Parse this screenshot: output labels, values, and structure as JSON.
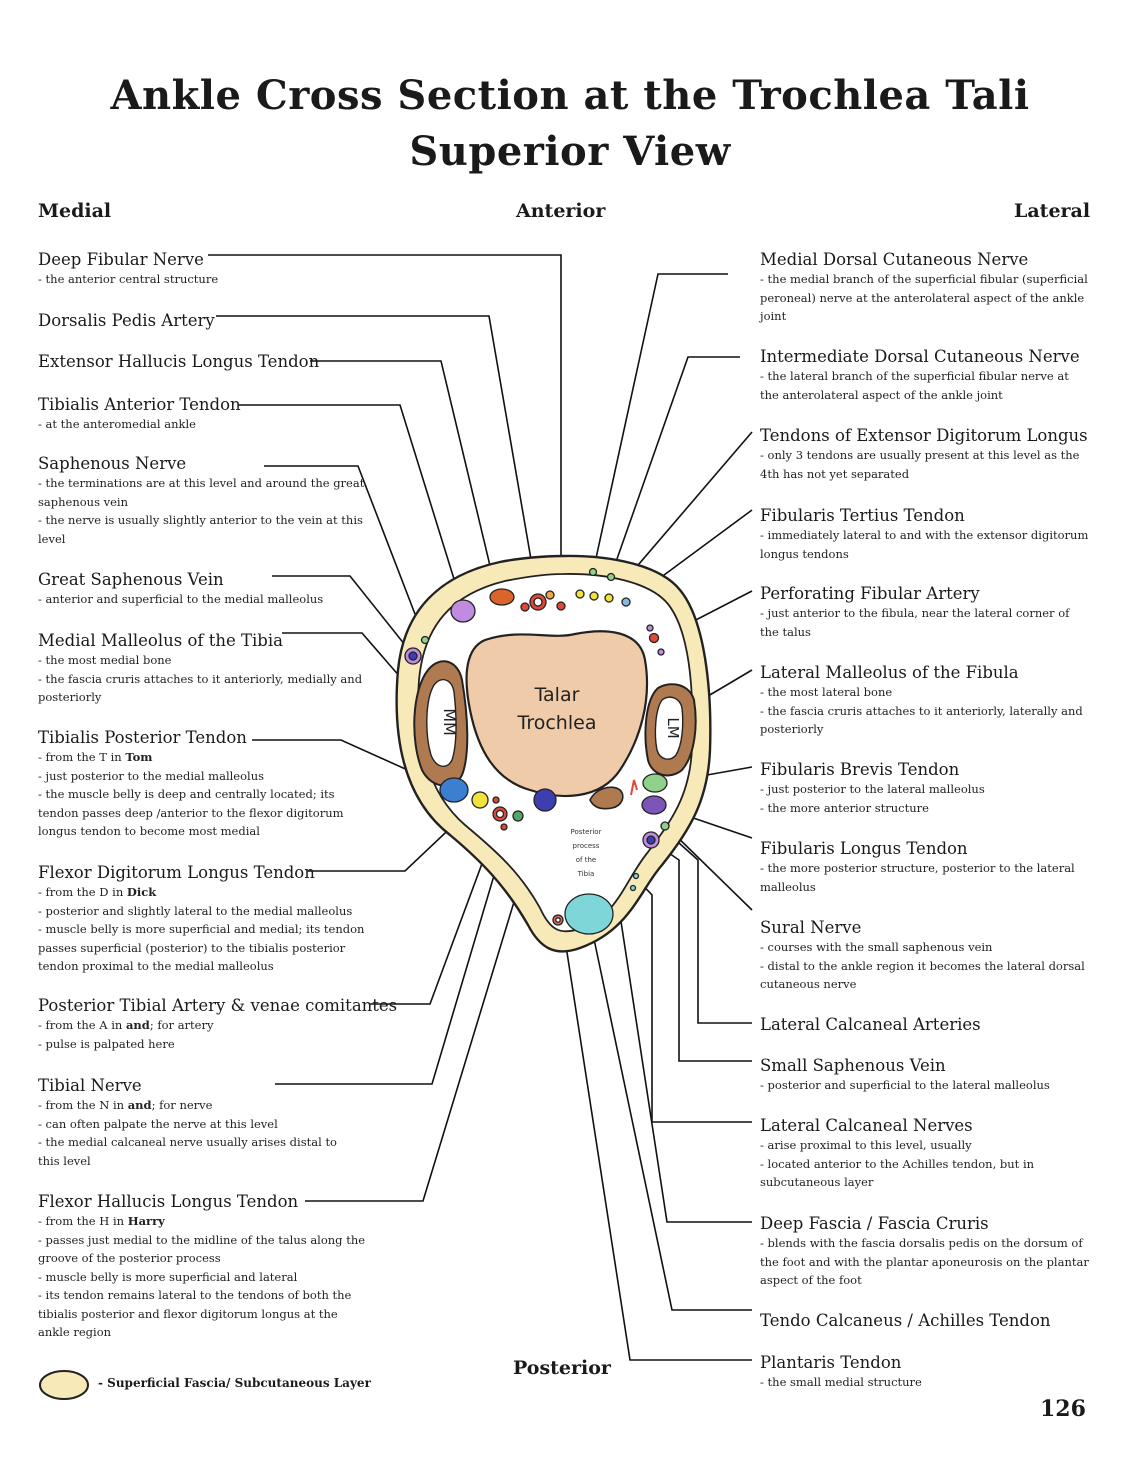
{
  "title": {
    "line1": "Ankle Cross Section at the Trochlea Tali",
    "line2": "Superior View"
  },
  "directions": {
    "medial": "Medial",
    "anterior": "Anterior",
    "lateral": "Lateral",
    "posterior": "Posterior"
  },
  "section_labels": {
    "talar_trochlea": "Talar Trochlea",
    "mm": "MM",
    "lm": "LM",
    "posterior_process": "Posterior process of the Tibia"
  },
  "left_labels": [
    {
      "title": "Deep Fibular Nerve",
      "notes": [
        "- the anterior central structure"
      ]
    },
    {
      "title": "Dorsalis Pedis Artery",
      "notes": []
    },
    {
      "title": "Extensor Hallucis Longus Tendon",
      "notes": []
    },
    {
      "title": "Tibialis Anterior Tendon",
      "notes": [
        "- at the anteromedial ankle"
      ]
    },
    {
      "title": "Saphenous Nerve",
      "notes": [
        "- the terminations are at this level and around the great saphenous vein",
        "- the nerve is usually slightly anterior to the vein at this level"
      ]
    },
    {
      "title": "Great Saphenous Vein",
      "notes": [
        "- anterior and superficial to the medial malleolus"
      ]
    },
    {
      "title": "Medial Malleolus of the Tibia",
      "notes": [
        "- the most medial bone",
        "- the fascia cruris attaches to it anteriorly, medially and posteriorly"
      ]
    },
    {
      "title": "Tibialis Posterior Tendon",
      "notes": [
        "- from the T in <b>Tom</b>",
        "- just posterior to the medial malleolus",
        "- the muscle belly is deep and centrally located; its tendon passes deep /anterior to the flexor digitorum longus tendon to become most medial"
      ]
    },
    {
      "title": "Flexor Digitorum Longus Tendon",
      "notes": [
        "- from the D in <b>Dick</b>",
        "- posterior and slightly lateral to the medial malleolus",
        "- muscle belly is more superficial and medial; its tendon passes superficial (posterior) to the tibialis posterior tendon proximal to the medial malleolus"
      ]
    },
    {
      "title": "Posterior Tibial Artery & venae comitantes",
      "notes": [
        "- from the A in <b>and</b>; for artery",
        "- pulse is palpated here"
      ]
    },
    {
      "title": "Tibial Nerve",
      "notes": [
        "- from the N in <b>and</b>; for nerve",
        "- can often palpate the nerve at this level",
        "- the medial calcaneal nerve usually arises distal to this level"
      ]
    },
    {
      "title": "Flexor Hallucis Longus Tendon",
      "notes": [
        "- from the H in <b>Harry</b>",
        "- passes just medial to the midline of the talus along the groove of the posterior process",
        "- muscle belly is more superficial and lateral",
        "- its tendon remains lateral to the tendons of both the tibialis posterior and flexor digitorum longus at the ankle region"
      ]
    }
  ],
  "right_labels": [
    {
      "title": "Medial Dorsal Cutaneous Nerve",
      "notes": [
        "- the medial branch of the superficial fibular (superficial peroneal) nerve at the anterolateral aspect of the ankle joint"
      ]
    },
    {
      "title": "Intermediate Dorsal Cutaneous Nerve",
      "notes": [
        "- the lateral branch of the superficial fibular nerve at the anterolateral aspect of the ankle joint"
      ]
    },
    {
      "title": "Tendons of Extensor Digitorum Longus",
      "notes": [
        "- only 3 tendons are usually present at this level as the 4th has not yet separated"
      ]
    },
    {
      "title": "Fibularis Tertius Tendon",
      "notes": [
        "- immediately lateral to and with the extensor digitorum longus tendons"
      ]
    },
    {
      "title": "Perforating Fibular Artery",
      "notes": [
        "- just anterior to the fibula, near the lateral corner of the talus"
      ]
    },
    {
      "title": "Lateral Malleolus of the Fibula",
      "notes": [
        "- the most lateral bone",
        "- the fascia cruris attaches to it anteriorly, laterally and posteriorly"
      ]
    },
    {
      "title": "Fibularis Brevis Tendon",
      "notes": [
        "- just posterior to the lateral malleolus",
        "- the more anterior structure"
      ]
    },
    {
      "title": "Fibularis Longus Tendon",
      "notes": [
        "- the more posterior structure, posterior to the lateral malleolus"
      ]
    },
    {
      "title": "Sural Nerve",
      "notes": [
        "- courses with the small saphenous vein",
        "- distal to the ankle region it becomes the lateral dorsal cutaneous nerve"
      ]
    },
    {
      "title": "Lateral Calcaneal Arteries",
      "notes": []
    },
    {
      "title": "Small Saphenous Vein",
      "notes": [
        "- posterior and superficial to the lateral malleolus"
      ]
    },
    {
      "title": "Lateral Calcaneal Nerves",
      "notes": [
        "- arise proximal to this level, usually",
        "- located anterior to the Achilles tendon, but in subcutaneous layer"
      ]
    },
    {
      "title": "Deep Fascia / Fascia Cruris",
      "notes": [
        "- blends with the fascia dorsalis pedis on the dorsum of the foot and with the plantar aponeurosis on the plantar aspect of the foot"
      ]
    },
    {
      "title": "Tendo Calcaneus / Achilles Tendon",
      "notes": []
    },
    {
      "title": "Plantaris Tendon",
      "notes": [
        "- the small medial structure"
      ]
    }
  ],
  "legend": {
    "text": "- Superficial Fascia/ Subcutaneous Layer",
    "swatch_color": "#f8eab8"
  },
  "page_number": "126",
  "colors": {
    "fascia": "#f8eab8",
    "talus": "#f0cba9",
    "malleolus": "#b07a50",
    "tendon_purple": "#c08be0",
    "tendon_blue": "#3b7fd1",
    "tendon_navy": "#3d3fb0",
    "artery": "#e0483a",
    "nerve_yellow": "#f2e23c",
    "vein": "#8ab9e0",
    "fib_green": "#8fd08a",
    "achilles": "#7fd6d8"
  }
}
